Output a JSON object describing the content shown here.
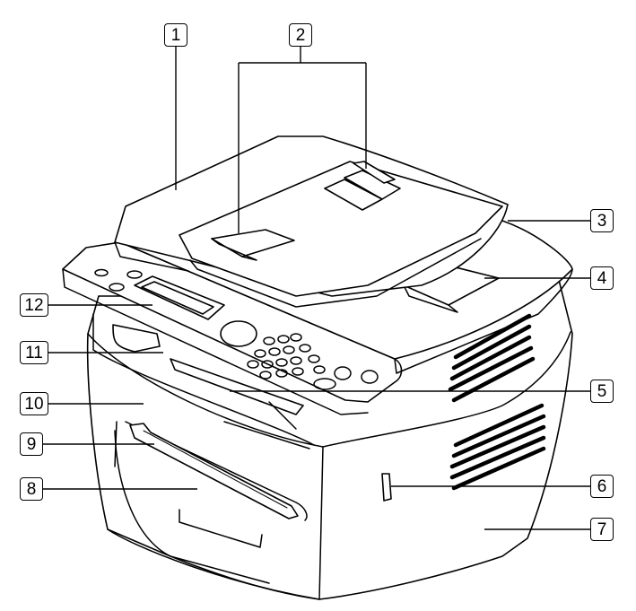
{
  "diagram": {
    "callouts": [
      {
        "id": "c1",
        "label": "1"
      },
      {
        "id": "c2",
        "label": "2"
      },
      {
        "id": "c3",
        "label": "3"
      },
      {
        "id": "c4",
        "label": "4"
      },
      {
        "id": "c5",
        "label": "5"
      },
      {
        "id": "c6",
        "label": "6"
      },
      {
        "id": "c7",
        "label": "7"
      },
      {
        "id": "c8",
        "label": "8"
      },
      {
        "id": "c9",
        "label": "9"
      },
      {
        "id": "c10",
        "label": "10"
      },
      {
        "id": "c11",
        "label": "11"
      },
      {
        "id": "c12",
        "label": "12"
      }
    ],
    "colors": {
      "line": "#000000",
      "background": "#ffffff"
    }
  }
}
